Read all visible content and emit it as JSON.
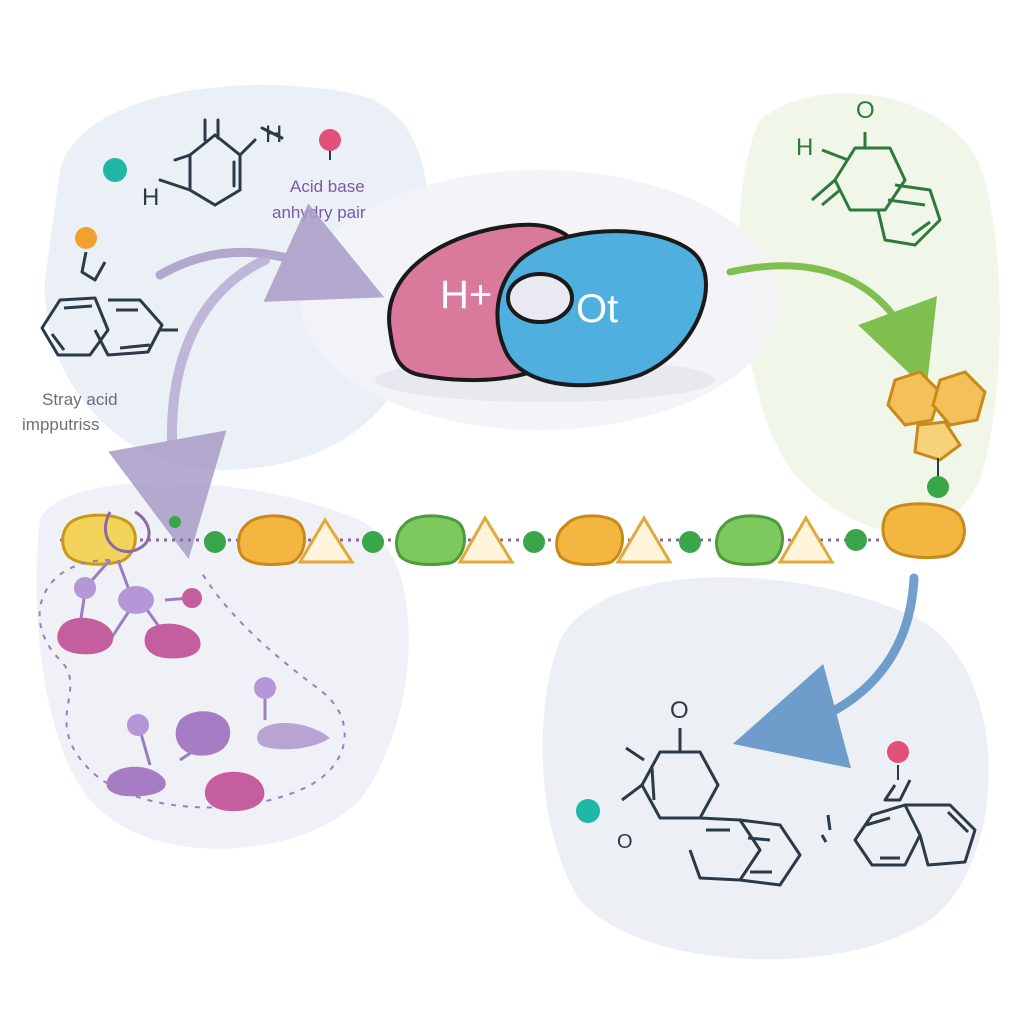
{
  "labels": {
    "anhydride_pair": [
      "Acid base",
      "anhydry pair"
    ],
    "stray_impurities": [
      "Stray acid",
      "impputriss"
    ]
  },
  "ion_pair": {
    "cation": "H+",
    "anion": "Ot"
  },
  "atoms": {
    "hydrogen_left": "H",
    "hydrogen_top": "H",
    "hydrogen_green": "H",
    "oxygen_green": "O",
    "oxygen_bottom": "O",
    "oxygen_bottom_small": "O"
  },
  "colors": {
    "cation": "#d97a9c",
    "anion": "#4fb0e0",
    "acid_green": "#2f7a3a",
    "chain_gold": "#f0b640",
    "chain_green": "#6fc25a",
    "impurity_purple": "#a67dc4",
    "impurity_magenta": "#c45e9e",
    "arrow_purple": "#a99cc8",
    "arrow_green": "#7fbf4f",
    "arrow_blue": "#5a8fc4",
    "label_purple": "#7a5aa8"
  }
}
